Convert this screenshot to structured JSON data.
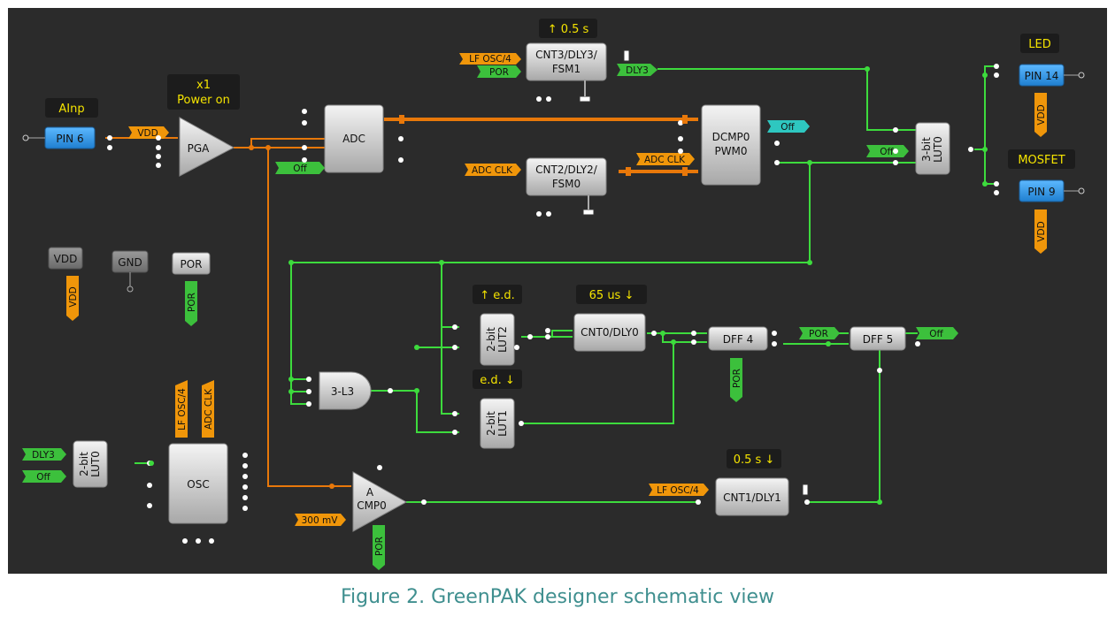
{
  "caption": "Figure 2. GreenPAK designer schematic view",
  "colors": {
    "background": "#2b2b2b",
    "wire_green": "#3ddb3d",
    "wire_orange": "#e8780a",
    "label_yellow": "#f5e400",
    "pin_blue": "#2d9cf0",
    "tag_green": "#3cc03c",
    "tag_orange": "#f0960a",
    "tag_cyan": "#2ec7c0"
  },
  "labels": {
    "ainp": "AInp",
    "pga_gain": "x1",
    "pga_mode": "Power on",
    "cnt3_time": "↑ 0.5 s",
    "led": "LED",
    "mosfet": "MOSFET",
    "lut2_mode": "↑ e.d.",
    "cnt0_time": "65 us ↓",
    "lut1_mode": "e.d. ↓",
    "cnt1_time": "0.5 s ↓"
  },
  "blocks": {
    "pin6": "PIN 6",
    "pga": "PGA",
    "adc": "ADC",
    "dcmp0_l1": "DCMP0",
    "dcmp0_l2": "PWM0",
    "cnt3_l1": "CNT3/DLY3/",
    "cnt3_l2": "FSM1",
    "cnt2_l1": "CNT2/DLY2/",
    "cnt2_l2": "FSM0",
    "lut0_l1": "3-bit",
    "lut0_l2": "LUT0",
    "pin14": "PIN 14",
    "pin9": "PIN 9",
    "vdd": "VDD",
    "gnd": "GND",
    "por": "POR",
    "lut2_l1": "2-bit",
    "lut2_l2": "LUT2",
    "cnt0": "CNT0/DLY0",
    "dff4": "DFF 4",
    "dff5": "DFF 5",
    "and3": "3-L3",
    "lut1_l1": "2-bit",
    "lut1_l2": "LUT1",
    "lutosc_l1": "2-bit",
    "lutosc_l2": "LUT0",
    "osc": "OSC",
    "acmp_l1": "A",
    "acmp_l2": "CMP0",
    "cnt1": "CNT1/DLY1"
  },
  "tags": {
    "vdd_pga": "VDD",
    "off_adc": "Off",
    "lfosc_cnt3": "LF OSC/4",
    "por_cnt3": "POR",
    "dly3_out": "DLY3",
    "adcclk_cnt2": "ADC CLK",
    "adcclk_dcmp": "ADC CLK",
    "off_dcmp": "Off",
    "off_lut0": "Off",
    "vdd_pin14": "VDD",
    "vdd_pin9": "VDD",
    "vdd_block": "VDD",
    "por_block": "POR",
    "lfosc_osc": "LF OSC/4",
    "adcclk_osc": "ADC CLK",
    "dly3_lutosc": "DLY3",
    "off_lutosc": "Off",
    "por_dff4": "POR",
    "por_dff5": "POR",
    "off_dff5": "Off",
    "mv300": "300 mV",
    "por_acmp": "POR",
    "lfosc_cnt1": "LF OSC/4"
  }
}
